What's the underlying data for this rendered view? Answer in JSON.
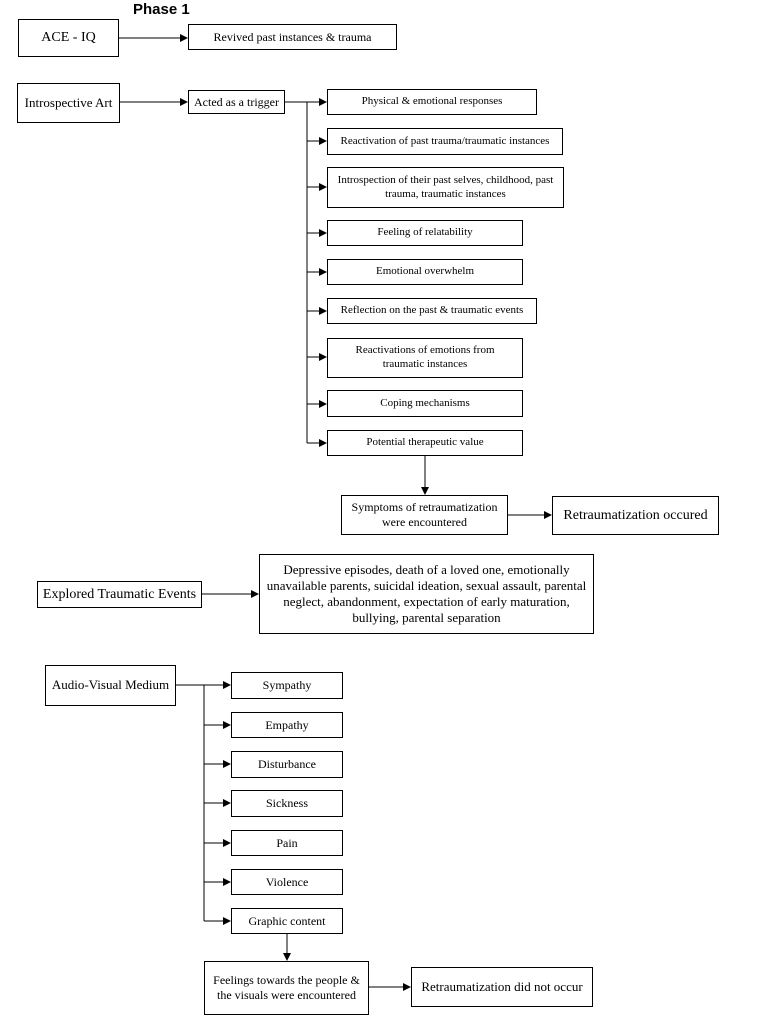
{
  "title": "Phase 1",
  "nodes": {
    "ace_iq": "ACE - IQ",
    "revived": "Revived past instances & trauma",
    "introspective_art": "Introspective Art",
    "trigger": "Acted as a trigger",
    "responses": [
      "Physical & emotional responses",
      "Reactivation of past trauma/traumatic instances",
      "Introspection of their past selves, childhood, past trauma, traumatic instances",
      "Feeling of relatability",
      "Emotional overwhelm",
      "Reflection on the past & traumatic events",
      "Reactivations of emotions from traumatic instances",
      "Coping mechanisms",
      "Potential therapeutic value"
    ],
    "symptoms": "Symptoms of retraumatization were encountered",
    "retrauma_occurred": "Retraumatization occured",
    "explored": "Explored Traumatic Events",
    "events_list": "Depressive episodes, death of a loved one, emotionally unavailable parents, suicidal ideation, sexual assault, parental neglect, abandonment, expectation of early maturation, bullying, parental separation",
    "audio_visual": "Audio-Visual Medium",
    "av_items": [
      "Sympathy",
      "Empathy",
      "Disturbance",
      "Sickness",
      "Pain",
      "Violence",
      "Graphic content"
    ],
    "feelings": "Feelings  towards the people & the visuals were encountered",
    "retrauma_not": "Retraumatization did not occur"
  }
}
